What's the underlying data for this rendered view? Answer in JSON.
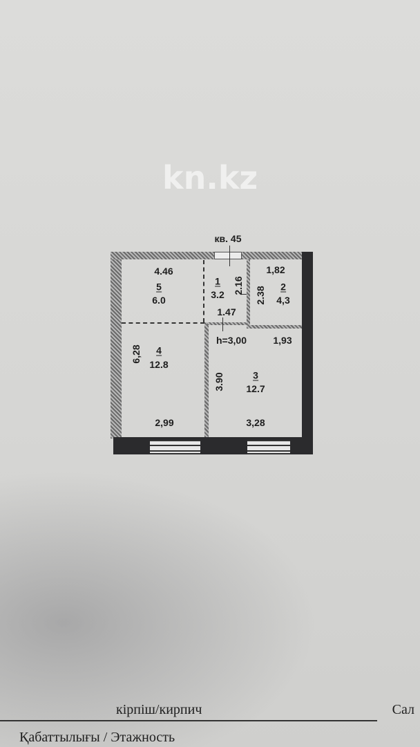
{
  "plan": {
    "apartment_label": "кв. 45",
    "ceiling_height": "h=3,00",
    "rooms": [
      {
        "number": "1",
        "area": "3.2"
      },
      {
        "number": "2",
        "area": "4,3"
      },
      {
        "number": "3",
        "area": "12.7"
      },
      {
        "number": "4",
        "area": "12.8"
      },
      {
        "number": "5",
        "area": "6.0"
      }
    ],
    "dimensions": {
      "room5_width": "4.46",
      "room1_height": "2.16",
      "room1_width": "1.47",
      "room2_width": "1,82",
      "room2_height": "2.38",
      "room3_top_width": "1,93",
      "room3_height": "3.90",
      "room3_width": "3,28",
      "room4_height": "6,28",
      "room4_width": "2,99"
    },
    "watermark": "kn.kz"
  },
  "footer": {
    "material": "кірпіш/кирпич",
    "right_cut": "Сал",
    "floors_label": "Қабаттылығы / Этажность"
  }
}
